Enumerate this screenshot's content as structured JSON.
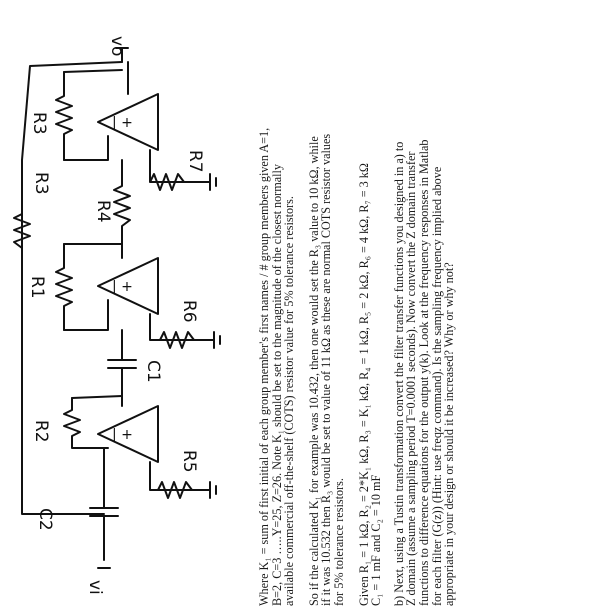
{
  "schematic": {
    "labels": {
      "vo": "vo",
      "vi": "vi",
      "r1": "R1",
      "r2": "R2",
      "r3": "R3",
      "r4": "R4",
      "r5": "R5",
      "r6": "R6",
      "r7": "R7",
      "c1": "C1",
      "c2": "C2"
    }
  },
  "text": {
    "p1": "Where K₁ = sum of first initial of each group member's first names / # group members given A=1,\nB=2, C=3 …..Y=25, Z=26. Note K₁ should be set to the magnitude of the closest normally\navailable commercial off-the-shelf (COTS) resistor value for 5% tolerance resistors.",
    "p2": "So if the calculated K₁ for example was 10.432, then one would set the R₃ value to 10 kΩ, while\nif it was 10.532 then R₃ would be set to value of 11 kΩ as these are normal COTS resistor values\nfor 5% tolerance resistors.",
    "p3": "Given R₁ = 1 kΩ, R₂ =  2*K₁ kΩ, R₃ = K₁ kΩ, R₄ = 1 kΩ,  R₅ = 2 kΩ, R₆ = 4 kΩ, R₇ = 3 kΩ\nC₁ = 1 mF  and C₂ = 10 mF",
    "p4": "b)  Next, using a Tustin transformation convert the filter transfer functions you designed in a) to\nZ domain (assume a sampling period T=0.0001 seconds). Now convert the Z domain transfer\nfunctions to difference equations for the output y(k). Look at the frequency responses in Matlab\nfor each filter (G(z)) (Hint: use freqz command).  Is the sampling frequency implied above\nappropriate in your design or should it be increased? Why or why not?"
  }
}
